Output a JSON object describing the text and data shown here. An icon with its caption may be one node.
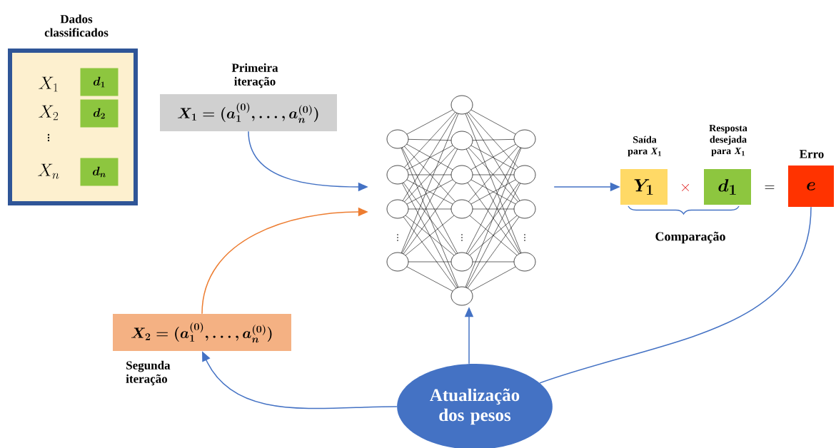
{
  "diagram": {
    "nodes": [
      {
        "text": [
          "Dados classificados"
        ]
      },
      {
        "text": [
          "\\boldsymbol{d_1}"
        ],
        "in": 0
      },
      {
        "text": [
          "\\boldsymbol{d_2}"
        ],
        "in": 0
      },
      {
        "text": [
          "\\boldsymbol{d_n}"
        ],
        "in": 0
      },
      {
        "text": [
          "Primeira iteração",
          "\\boldsymbol{X_1 = (a_1^{(0)}, \\dots, a_n^{(0)})}"
        ]
      },
      {
        "text": [],
        "shape": "picture"
      },
      {
        "text": [
          "Saída para *X*$_{1}$",
          "\\boldsymbol{Y_1}"
        ]
      },
      {
        "text": [
          "Resposta desejada para *X*$_{1}$",
          "\\boldsymbol{d_1}"
        ]
      },
      {
        "text": [
          "Erro",
          "\\boldsymbol{e}"
        ]
      },
      {
        "text": [
          "\\boldsymbol{X_2 = (a_1^{(0)}, \\dots, a_n^{(0)})}",
          "Segunda iteração"
        ]
      },
      {
        "text": [
          "Atualização dos pesos"
        ]
      }
    ],
    "edges": [
      {
        "from": 4,
        "to": 5,
        "arrow": "to"
      },
      {
        "from": 9,
        "to": 5,
        "arrow": "to",
        "color": "#ed7d31"
      },
      {
        "from": 5,
        "to": 6,
        "arrow": "to"
      },
      {
        "from": 10,
        "to": 5,
        "arrow": "to"
      },
      {
        "from": 10,
        "to": 9,
        "arrow": "to"
      },
      {
        "from": 8,
        "to": 10,
        "arrow": "none"
      }
    ],
    "labels": [
      "X_1",
      "X_2",
      "\\vdots",
      "X_n",
      "\\times",
      "=",
      "\\vdots",
      "\\vdots",
      "\\vdots",
      "Comparação"
    ]
  }
}
